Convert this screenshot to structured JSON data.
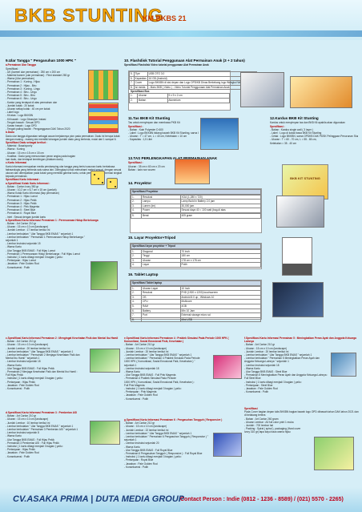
{
  "header": {
    "title": "BKB STUNTING",
    "subtitle": "KM BKBS 21"
  },
  "s9": {
    "title": "9.Ular Tangga \" Pengasuhan 1000 HPK \"",
    "a_title": "a.Permainan Ular Tangga",
    "a_spec": "Spesifikasi :",
    "a_rows": [
      "- UK (karmel ular permainan)    :  250 cm x 200 cm",
      "- Material banner (ular permainan) :  Flexi standart 280 gr",
      "- Warna (Ular permainan)",
      "  - Permainan 1              :  Kuning - Hijau",
      "  - Permainan 2              :  Hijau - Biru",
      "  - Permainan 3              :  Kuning - Ungu",
      "  - Permainan 4              :  Biru - Ungu",
      "  - Permainan 5              :  Biru - Biru",
      "  - Permainan 6              :  Biru - Ungu",
      "- Kantor yang terdapat di atas permainan ular",
      "  - Jumlah kotak             :  20 kotak",
      "  - Ukuran setiap kotak      :  40 cm per kotak",
      "- Label logo",
      "  - Kit atas                 :  Logo BKKBN",
      "  - Kit bawah                :  Logo Dinas/per Instasi",
      "  - Tengah bawah             :  Sesuai DPD",
      "  - Kanan bawah              :  Logo DPD",
      "  - Tengah paling bawah      :  Penganggaran DAK Tahun 2020"
    ],
    "b_title": "b.Dadu",
    "b_text": "Dadu ular tangga digunakan sebagai acuan berjalannya pion pada permainan. Dadu ini berupa kotak dengan masing - masing sisi memiliki lubangan jumlah dadu yang berbeda, mulai dari 1 sampai 6.",
    "b_spec": "Spesifikasi Dadu sebagai berikut :",
    "b_rows": [
      "- Material      :  Busa/sponly",
      "- Warna         :  Kuning",
      "- Ukuran        :  15 cm x 15 cm x 15 cm",
      "- Kualitas      :  Dadu yang menurunkan peran angka pada bagian",
      "                   luar dadu, dan terdapat kemiringan (didalam dadu)"
    ],
    "c_title": "c.Kartu Informasi",
    "c_text": "Kartu informasi merupakan media pendamping ular tangga yang berisi susunan kartu berbahasa fafraseologis yang berbeda satu sama lain. Dilengkapi untuk memahami materi sesuai, dengan sesuai ukuran dan ditempatkan pada kotak yang memiliki gambar kartu, untuk penyampaian informasi singkat kepada permainan.",
    "c_spec": "Spesifikasi Kartu Informasi :",
    "ca_title": "a.Spesifikasi Kotak Kartu Informasi :",
    "ca_rows": [
      "- Bahan                  :  Carton Ivory 350 gr",
      "- Ukuran                 :  10,2 cm x 6,7 cm x 15 cm (jumlah)",
      "- Warna Kotak Kartu Informasi (tiap permainan)",
      "  - Permainan 1          :  Hijau Lumut",
      "  - Permainan 2          :  Hijau Pekik",
      "  - Permainan 3          :  Hijau Pekik",
      "  - Permainan 4          :  Pink Magenta",
      "  - Permainan 5          :  Steel Blue",
      "  - Permainan 6          :  Royal Blue",
      "  - Inlet                :  Sesuai dengan jumlah kartu"
    ],
    "cb_title": "b.Spesifikasi Kartu Informasi Permainan 1 : Perencanaan Hidup Berkeluarga",
    "cb_rows": [
      "- Bahan                  :  Art Carton 210 gr",
      "- Ukuran                 :  15 cm x 10 cm (landscape)",
      "- Jumlah Lembar          :  17 lembar berikut ini",
      "  - Lembar berbulatan \" Ular Tangga BKB EMAS \" sejumlah 1",
      "  - Lembar berbulatan \" Permainan 1 Perencanaan Hidup Berkeluarga \"",
      "    sejumlah 1",
      "  - Lembar Instruksi sejumlah 15",
      "- Warna Kartu",
      "  - Ular Tangga BKB EMAS : Full Hijau Lumut",
      "  - Permainan 1 Perencanaan Hidup Berkeluarga : Full Hijau Lumut",
      "  - Instruksi ( 1 kartu dibagi menjadi 3 bagian ) yaitu :",
      "       - Pertanyaan  :  Hijau Lumut",
      "       - Jawaban     :  Pale Golden Rod",
      "       - Konsekuensi :  Putih"
    ]
  },
  "s10": {
    "title": "10. Flashdisk Tutorial Penggunaan Alat Permainan Anak (3 + 2 tahun)",
    "sub": "Spesifikasi  Flashdisk Video  tutorial penggunaan  Alat Permainan Anak",
    "rows": [
      [
        "5.",
        "Tipe",
        "USB OTG 3.0"
      ],
      [
        "6.",
        "Kapasitas",
        "16  GB (Android)"
      ],
      [
        "7.",
        "Cover",
        "Logo BKKBN di sisi depan dan Logo OPD/KB Dinas Berkekang logo Wengkol Wengkol Hemat"
      ],
      [
        "8.",
        "Isi media",
        "- Mars BKB ( Video )\n- Video Tutorial Penggunaan Alat Permainan Anak"
      ]
    ],
    "bag": "Spesifikasi Box",
    "box_rows": [
      [
        "1.",
        "Ukuran",
        "9 x 9 x 2 cm"
      ],
      [
        "2.",
        "Bahan",
        "Aluminium"
      ]
    ]
  },
  "s11": {
    "title": "11.Tas BKB Kit Stunting",
    "text": "Tas untuk menyimpan dan membawa PKB Kit",
    "spec": "Spesifikasi :",
    "rows": [
      "- Bahan      :  Kain Polyester D 600",
      "- Label      :  Logo BKKBN bidang bawah BKB Kit Stunting, sarna OPDKB di bawah",
      "- Ukuran     :  T = 47 cm, L = 40 cm, Ketebalan = 10 cm",
      "- Kapasitas  :  1,5 Liter"
    ]
  },
  "s12": {
    "title": "12.Kardus BKB Kit Stunting",
    "text": "Kardus untuk menyimpan tas dan BKB Kit apabila akan digunakan",
    "spec": "Spesifikasi :",
    "rows": [
      "- Bahan      :  Kardus single wall ( 3 layer )",
      "- Label      :  Logo di kotak bawa BKB Kit Stunting",
      "- Cetak      :  Logo BKKBN, sarna OPDKB DAK PDSK Pelinggaan Penurunan Stunting 2020",
      "- Ukuran     :  T = 60 - 70 cm, L = 55 - 65 cm,",
      "                Ketebalan = 35 - 40 cm"
    ],
    "img": "BKB KIT STUNTING"
  },
  "s13": {
    "title": "13.TAS PERLENGKAPAN ALAT PERMAINAN ANAK",
    "spec": "Spesifikasi :",
    "rows": [
      "Ukuran  :  35 cm x 60 cm x 20 cm",
      "Bahan   :  kain non woven"
    ]
  },
  "s14": {
    "title": "14. Proyektor",
    "spec": "Spesifikasi Proyektor",
    "rows": [
      [
        "1.",
        "Resolusi",
        "XGA (1,280 x 720)"
      ],
      [
        "2.",
        "Lampu",
        "Lamp  Build  in  Battery  2,0  jam"
      ],
      [
        "3.",
        "Lumen (lm)",
        "30,000  jam"
      ],
      [
        "4.",
        "Power",
        "Sesuai daya 40 = 100 watt (bag.di atas"
      ]
    ],
    "brand": [
      "5.",
      "Berat",
      "405 gram"
    ]
  },
  "s15": {
    "title": "15. Layar Proyektor+Tripod",
    "spec": "Spesifikasi layar proyektor + Tripod",
    "rows": [
      [
        "1.",
        "Diagonal",
        "70  inch"
      ],
      [
        "2.",
        "Tinggi",
        "180 cm"
      ],
      [
        "3.",
        "Ukuran",
        "178 cm x 178 cm"
      ],
      [
        "4.",
        "Layar",
        "Putih"
      ]
    ]
  },
  "s16": {
    "title": "16. Tablet Laptop",
    "spec": "Spesifikasi Tablet laptop",
    "rows": [
      [
        "1.",
        "Ukuran Layar",
        "10 Inch"
      ],
      [
        "2.",
        "Resolusi",
        "FHD (1920 x 1200) touchscreen"
      ],
      [
        "3.",
        "OS",
        "Android 8.0 up , Windows 10"
      ],
      [
        "4.",
        "CPU",
        "Multicore"
      ],
      [
        "5.",
        "RAM",
        "4GB"
      ],
      [
        "6.",
        "Battery",
        "Min 10 Jam"
      ],
      [
        "7.",
        "Port",
        "External storage micro sd"
      ],
      [
        "8.",
        "",
        "Mini USB"
      ]
    ]
  },
  "cc": {
    "title": "c.Spesifikasi Kartu Informasi Permainan 2 : Mengingat Kesehatan Fisik dan Mental Ibu Hamil",
    "rows": [
      "- Bahan            :  Art Carton 210 gr",
      "- Ukuran           :  15 cm x 10 cm (landscape)",
      "- Jumlah Lembar    :  20 lembar berikut ini",
      "  - Lembar berbulatan \" Ular Tangga BKB EMAS \" sejumlah 1",
      "  - Lembar berbulatan \" Permainan 2 Menjaga Kesehatan Fisik dan",
      "    Mental Ibu Hamil \" sejumlah 1",
      "  - Lembar Instruksi sejumlah 18",
      "- Warna Kartu",
      "  - Ular Tangga BKB EMAS : Full Hijau Pekik",
      "  - Permainan 2 Menjaga Kesehatan Fisik dan Mental Ibu Hamil :",
      "    Full Hijau Pekik",
      "  - Instruksi ( 1 kartu dibagi menjadi 3 bagian ) yaitu :",
      "       - Pertanyaan  :  Hijau Pekik",
      "       - Jawaban     :  Pale Golden Rod",
      "       - Konsekuensi :  Putih"
    ]
  },
  "cd": {
    "title": "d.Spesifikasi Kartu Informasi Permainan 3 : Pemberian ASI",
    "rows": [
      "- Bahan            :  Art Carton 210 gr",
      "- Ukuran           :  15 cm x 10 cm (landscape)",
      "- Jumlah Lembar    :  10 lembar berikut ini",
      "  - Lembar berbulatan \" Ular Tangga BKB EMAS \" sejumlah 1",
      "  - Lembar berbulatan \" Permainan 3 Pemberian ASI \" sejumlah 1",
      "  - Lembar Instruksi sejumlah 8",
      "- Warna Kartu",
      "  - Ular Tangga BKB EMAS : Full Hijau Pekik",
      "  - Permainan 3 Pemberian ASI : Full Hijau Pekik",
      "  - Instruksi ( 1 kartu dibagi menjadi 3 bagian ) yaitu :",
      "       - Pertanyaan  :  Hijau Pekik",
      "       - Jawaban     :  Pale Golden Rod",
      "       - Konsekuensi :  Putih"
    ]
  },
  "ce": {
    "title": "e.Spesifikasi Kartu Informasi Permainan 4 : Praktek Simulasi Pada Periode 1000 HPK ( Komunikasi, Sosial Emosional Fisik, Kesehatan )",
    "rows": [
      "- Bahan            :  Art Carton 210 gr",
      "- Ukuran           :  15 cm x 10 cm (landscape)",
      "- Jumlah Lembar    :  20 lembar berikut ini",
      "  - Lembar berbulatan \" Ular Tangga BKB EMAS \" sejumlah 1",
      "  - Lembar berbulatan \" Permainan 4 Praktek Simulasi Pada Periode",
      "    1000 HPK ( Komunikasi, Sosial Emosional Fisik, Kesehatan ) \"",
      "    sejumlah 1",
      "  - Lembar Instruksi sejumlah 18",
      "- Warna Kartu",
      "  - Ular Tangga BKB EMAS : Full Pink Magenta",
      "  - Permainan 4 Praktek Simulasi Pada Periode",
      "    1000 HPK ( Komunikasi, Sosial Emosional Fisik, Kesehatan ) :",
      "    Full Pink Magenta",
      "  - Instruksi ( 1 kartu dibagi menjadi 3 bagian ) yaitu :",
      "       - Pertanyaan  :  Pink Magenta",
      "       - Jawaban     :  Pale Golden Rod",
      "       - Konsekuensi :  Putih"
    ]
  },
  "cg": {
    "title": "g.Spesifikasi Kartu Informasi Permainan 6 : Pengasuhan Tangguh ( Responsive )",
    "rows": [
      "- Bahan            :  Art Carton 210 gr",
      "- Ukuran           :  15 cm x 10 cm (landscape)",
      "- Jumlah Lembar    :  22 lembar berikut ini",
      "  - Lembar berbulatan \" Ular Tangga BKB EMAS \" sejumlah 1",
      "  - Lembar berbulatan \" Permainan 6 Pengasuhan Tangguh ( Responsive ) \"",
      "    sejumlah 1",
      "  - Lembar Instruksi sejumlah 20",
      "- Warna Kartu",
      "  - Ular Tangga BKB EMAS : Full Royal Blue",
      "  - Permainan 6 Pengasuhan Tangguh ( Responsive ) : Full Royal Blue",
      "  - Instruksi ( 1 kartu dibagi menjadi 3 bagian ) yaitu :",
      "       - Pertanyaan  :  Royal Blue",
      "       - Jawaban     :  Pale Golden Rod",
      "       - Konsekuensi :  Putih"
    ]
  },
  "cf": {
    "title": "f.Spesifikasi Kartu Informasi Permainan 5 : Meningkatkan Peran Ayah dan Anggota Keluarga Lainnya",
    "rows": [
      "- Bahan            :  Art Carton 210 gr",
      "- Ukuran           :  15 cm x 10 cm (landscape)",
      "- Jumlah Lembar    :  20 lembar berikut ini",
      "  - Lembar berbulatan \" Ular Tangga BKB EMAS \" sejumlah 1",
      "  - Lembar berbulatan \" Permainan 5 Meningkatkan Peran Ayah dan",
      "    Anggota Keluarga Lainnya \" sejumlah 1",
      "  - Lembar Instruksi sejumlah 18",
      "- Warna Kartu",
      "  - Ular Tangga BKB EMAS : Steel Blue",
      "  - Permainan 5 Meningkatkan Peran Ayah dan Anggota Keluarga Lainnya :",
      "    Full Steel Blue",
      "  - Instruksi ( 1 kartu dibagi menjadi 3 bagian ) yaitu :",
      "       - Pertanyaan  :  Steel Blue",
      "       - Jawaban     :  Pale Golden Rod",
      "       - Konsekuensi :  Putih"
    ]
  },
  "pion": {
    "title": "Spesifikasi",
    "text": "Pada Cover bagian depan tulis BKKBN bagian bawah logo OPD dibawah tahun DAK tahun 2021 dan di belakang tertera",
    "rows": [
      "- Bahan          :  Art Carton 260 gram",
      "- Ukuran Lembar  :  A3 full color print 1 muka",
      "- Jumlah         :  700 lembar hal",
      "- Packing        :  Spiral ( spiral ), packaging (Hard cover",
      "                    Ivory 310 gr) tapa kayu baca warna hijau"
    ]
  },
  "footer": {
    "company": "CV.ASAKA PRIMA | DUTA MEDIA GROUP",
    "contact": "Contact Person : Indie (0812 - 1236 - 8589) / (021) 5570 - 2265)"
  }
}
